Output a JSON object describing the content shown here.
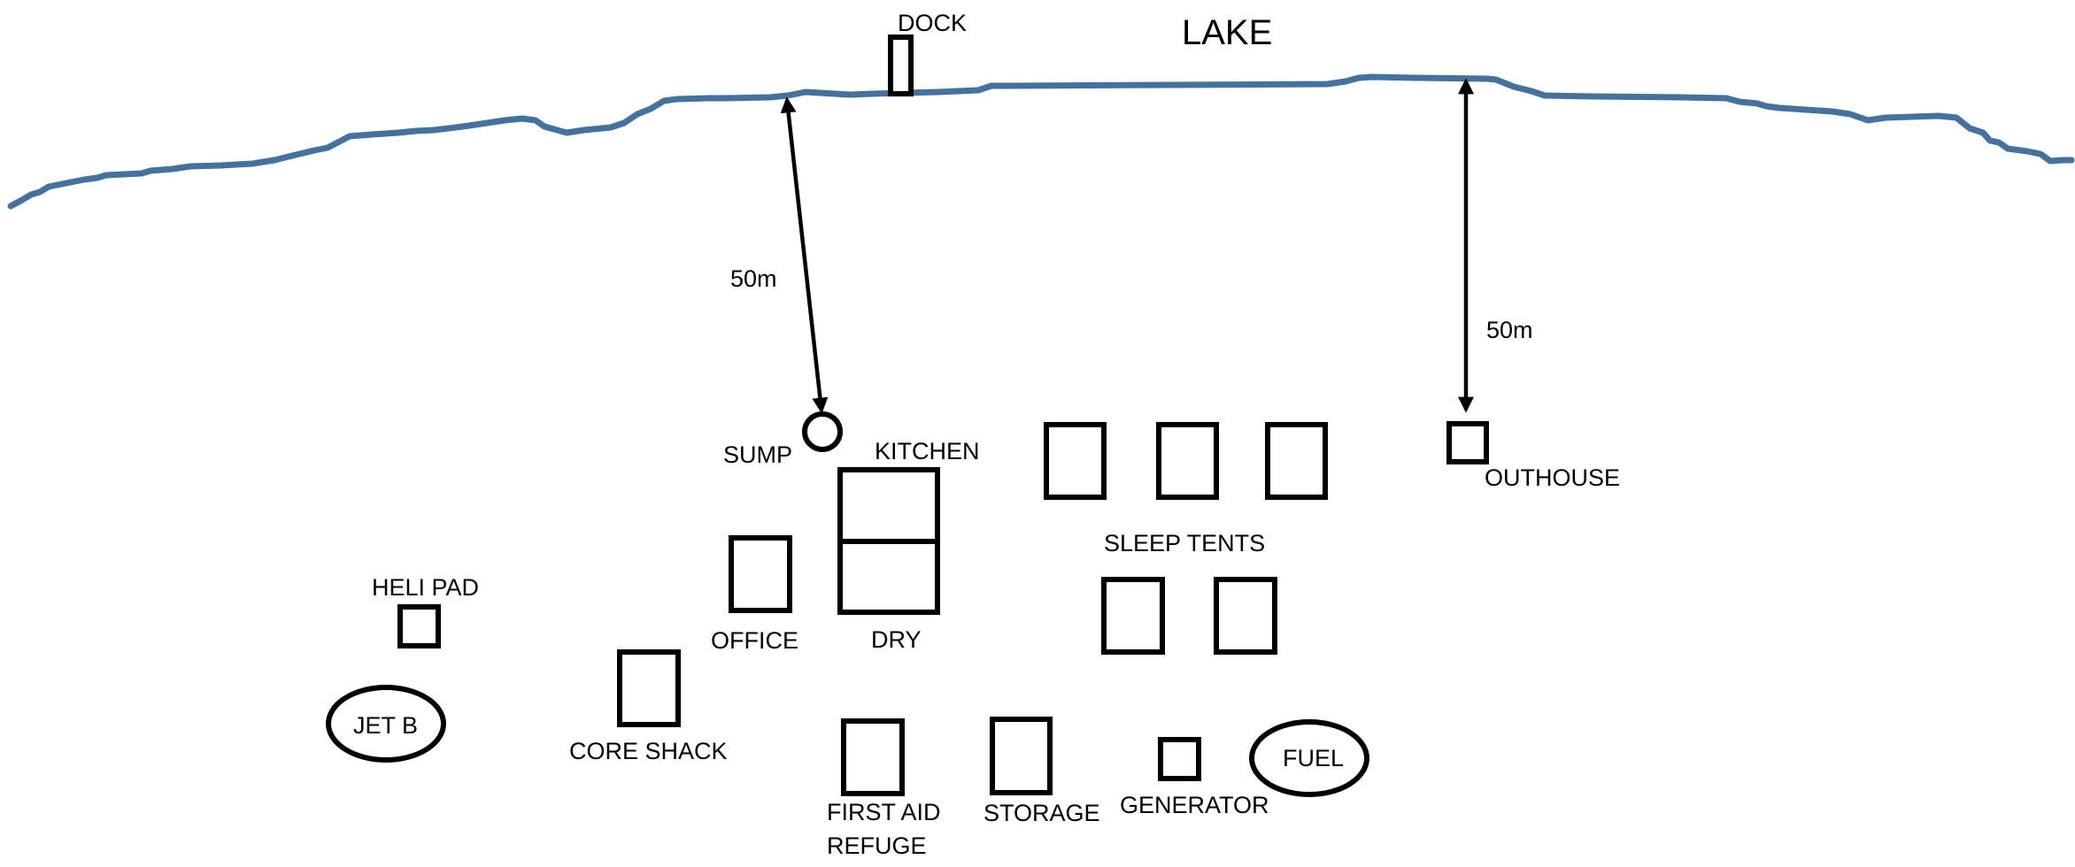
{
  "lake": {
    "label": "LAKE",
    "shoreline_color": "#4472A0"
  },
  "labels": {
    "dock": "DOCK",
    "sump": "SUMP",
    "kitchen": "KITCHEN",
    "dry": "DRY",
    "office": "OFFICE",
    "heli_pad": "HELI PAD",
    "jet_b": "JET B",
    "core_shack": "CORE SHACK",
    "first_aid_line1": "FIRST AID",
    "first_aid_line2": "REFUGE",
    "storage": "STORAGE",
    "generator": "GENERATOR",
    "fuel": "FUEL",
    "sleep_tents": "SLEEP TENTS",
    "outhouse": "OUTHOUSE"
  },
  "distances": {
    "sump_to_lake": "50m",
    "outhouse_to_lake": "50m"
  }
}
